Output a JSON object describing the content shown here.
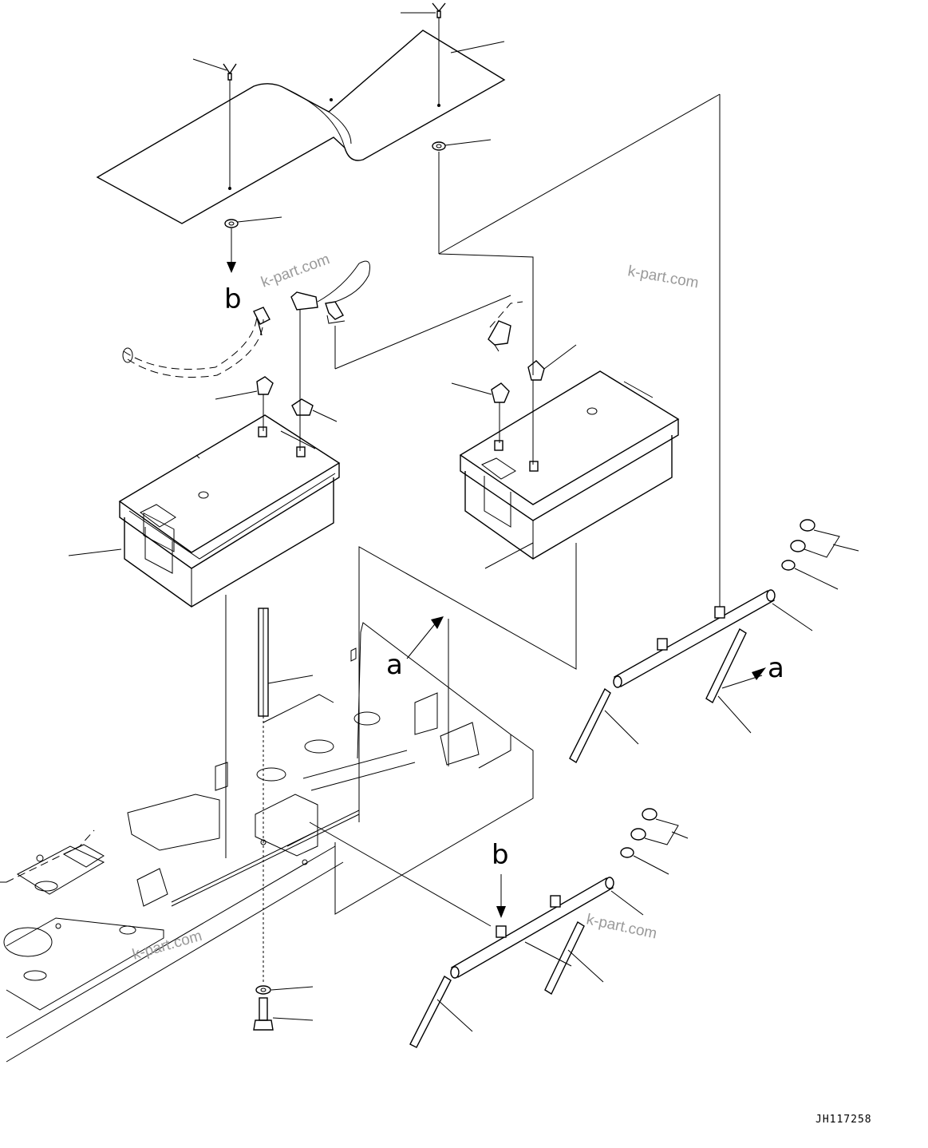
{
  "drawing_code": "JH117258",
  "watermarks": [
    "k-part.com",
    "k-part.com",
    "k-part.com",
    "k-part.com"
  ],
  "view_labels": {
    "a": "a",
    "b": "b"
  }
}
